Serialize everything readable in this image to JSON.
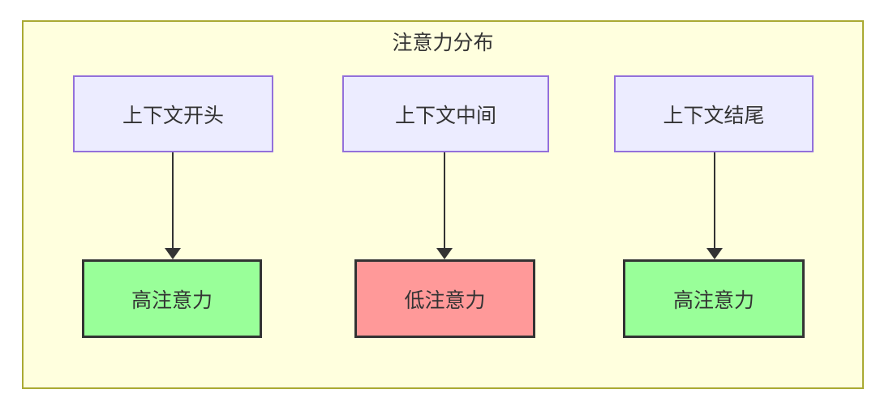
{
  "diagram": {
    "title": "注意力分布",
    "colors": {
      "canvas_background": "#ffffff",
      "panel_fill": "#ffffde",
      "panel_border": "#aaaa33",
      "context_node_fill": "#ececff",
      "context_node_border": "#9370db",
      "high_attention_fill": "#99ff99",
      "low_attention_fill": "#ff9999",
      "attention_node_border": "#333333",
      "edge_color": "#333333",
      "text_color": "#333333"
    },
    "nodes": {
      "context_start": "上下文开头",
      "context_middle": "上下文中间",
      "context_end": "上下文结尾",
      "attention_start": "高注意力",
      "attention_middle": "低注意力",
      "attention_end": "高注意力"
    },
    "edges": [
      {
        "from": "上下文开头",
        "to": "高注意力"
      },
      {
        "from": "上下文中间",
        "to": "低注意力"
      },
      {
        "from": "上下文结尾",
        "to": "高注意力"
      }
    ]
  }
}
